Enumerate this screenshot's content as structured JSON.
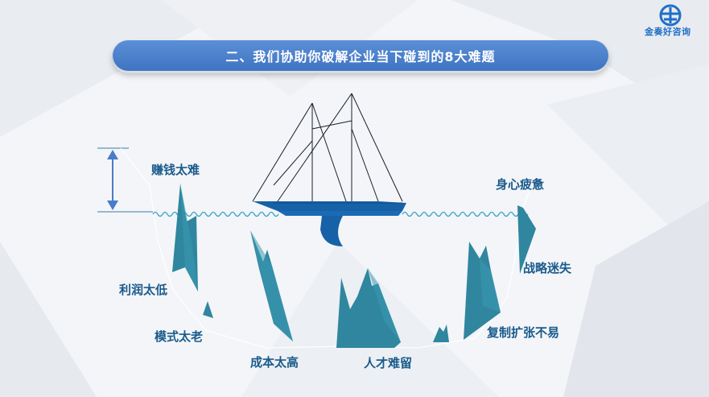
{
  "title": "二、我们协助你破解企业当下碰到的8大难题",
  "logo": {
    "text": "金奏好咨询",
    "icon": "brand-logo-icon",
    "color": "#1f6fc8"
  },
  "problems": [
    {
      "label": "赚钱太难"
    },
    {
      "label": "身心疲惫"
    },
    {
      "label": "战略迷失"
    },
    {
      "label": "利润太低"
    },
    {
      "label": "模式太老"
    },
    {
      "label": "成本太高"
    },
    {
      "label": "人才难留"
    },
    {
      "label": "复制扩张不易"
    }
  ],
  "colors": {
    "accent": "#4a7cc8",
    "iceberg": "#2f869e",
    "boat": "#1761a7",
    "label": "#1a5b8c"
  }
}
